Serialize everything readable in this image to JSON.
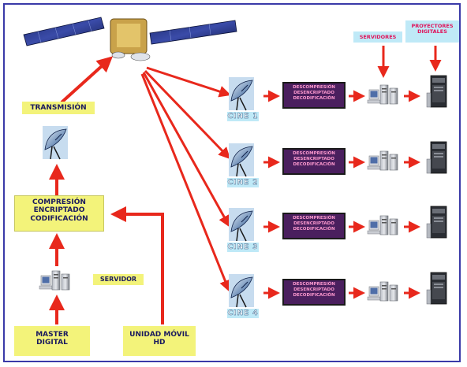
{
  "labels": {
    "transmision": "TRANSMISIÓN",
    "compresion": [
      "COMPRESIÓN",
      "ENCRIPTADO",
      "CODIFICACIÓN"
    ],
    "servidor_left": "SERVIDOR",
    "master": [
      "MASTER",
      "DIGITAL"
    ],
    "unidad": [
      "UNIDAD MÓVIL",
      "HD"
    ],
    "servidores_top": "SERVIDORES",
    "proyectores_top": [
      "PROYECTORES",
      "DIGITALES"
    ]
  },
  "cines": [
    {
      "name": "CINE 1",
      "process": [
        "DESCOMPRESIÓN",
        "DESENCRIPTADO",
        "DECODIFICACIÓN"
      ]
    },
    {
      "name": "CINE 2",
      "process": [
        "DESCOMPRESIÓN",
        "DESENCRIPTADO",
        "DECODIFICACIÓN"
      ]
    },
    {
      "name": "CINE 3",
      "process": [
        "DESCOMPRESIÓN",
        "DESENCRIPTADO",
        "DECODIFICACIÓN"
      ]
    },
    {
      "name": "CINE 4",
      "process": [
        "DESCOMPRESIÓN",
        "DESENCRIPTADO",
        "DECODIFICACIÓN"
      ]
    }
  ],
  "colors": {
    "arrow": "#e8281c",
    "label_yellow": "#f3f37a",
    "label_cyan": "#bfe9f7",
    "process_box": "#4a1f5e",
    "frame": "#3a3aa8"
  },
  "icons": [
    "satellite-icon",
    "dish-antenna-icon",
    "server-computer-icon",
    "projector-tower-icon"
  ]
}
